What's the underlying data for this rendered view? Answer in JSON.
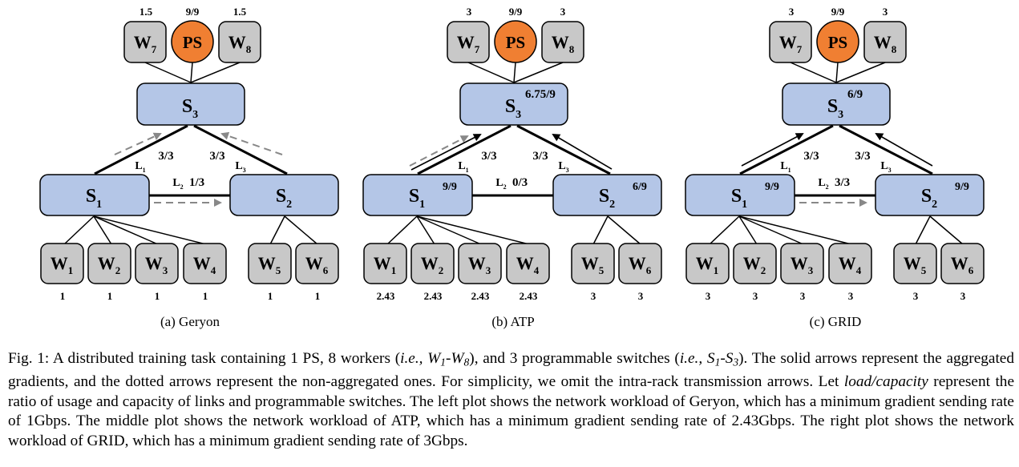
{
  "panels": [
    {
      "caption": "(a) Geryon",
      "top_values": [
        "1.5",
        "9/9",
        "1.5"
      ],
      "s3_load": "",
      "s1_load": "",
      "s2_load": "",
      "l1_label": "3/3",
      "l2_label": "1/3",
      "l3_label": "3/3",
      "bottom_values": [
        "1",
        "1",
        "1",
        "1",
        "1",
        "1"
      ]
    },
    {
      "caption": "(b) ATP",
      "top_values": [
        "3",
        "9/9",
        "3"
      ],
      "s3_load": "6.75/9",
      "s1_load": "9/9",
      "s2_load": "6/9",
      "l1_label": "3/3",
      "l2_label": "0/3",
      "l3_label": "3/3",
      "bottom_values": [
        "2.43",
        "2.43",
        "2.43",
        "2.43",
        "3",
        "3"
      ]
    },
    {
      "caption": "(c) GRID",
      "top_values": [
        "3",
        "9/9",
        "3"
      ],
      "s3_load": "6/9",
      "s1_load": "9/9",
      "s2_load": "9/9",
      "l1_label": "3/3",
      "l2_label": "3/3",
      "l3_label": "3/3",
      "bottom_values": [
        "3",
        "3",
        "3",
        "3",
        "3",
        "3"
      ]
    }
  ],
  "node_labels": {
    "ps": "PS",
    "switch_letter": "S",
    "worker_letter": "W",
    "link_letter": "L"
  },
  "caption": {
    "p1": "Fig. 1: A distributed training task containing 1 PS, 8 workers (",
    "ie1": "i.e.,",
    "w_range": "W1-W8",
    "p2": "), and 3 programmable switches (",
    "ie2": "i.e.,",
    "s_range": "S1-S3",
    "p3": "). The solid arrows represent the aggregated gradients, and the dotted arrows represent the non-aggregated ones. For simplicity, we omit the intra-rack transmission arrows. Let ",
    "load_capacity": "load/capacity",
    "p4": " represent the ratio of usage and capacity of links and programmable switches. The left plot shows the network workload of Geryon, which has a minimum gradient sending rate of 1Gbps. The middle plot shows the network workload of ATP, which has a minimum gradient sending rate of 2.43Gbps. The right plot shows the network workload of GRID, which has a minimum gradient sending rate of 3Gbps."
  },
  "colors": {
    "switch_fill": "#b4c6e7",
    "worker_fill": "#c8c8c8",
    "ps_fill": "#f07f32",
    "dashed_arrow": "#888888"
  }
}
